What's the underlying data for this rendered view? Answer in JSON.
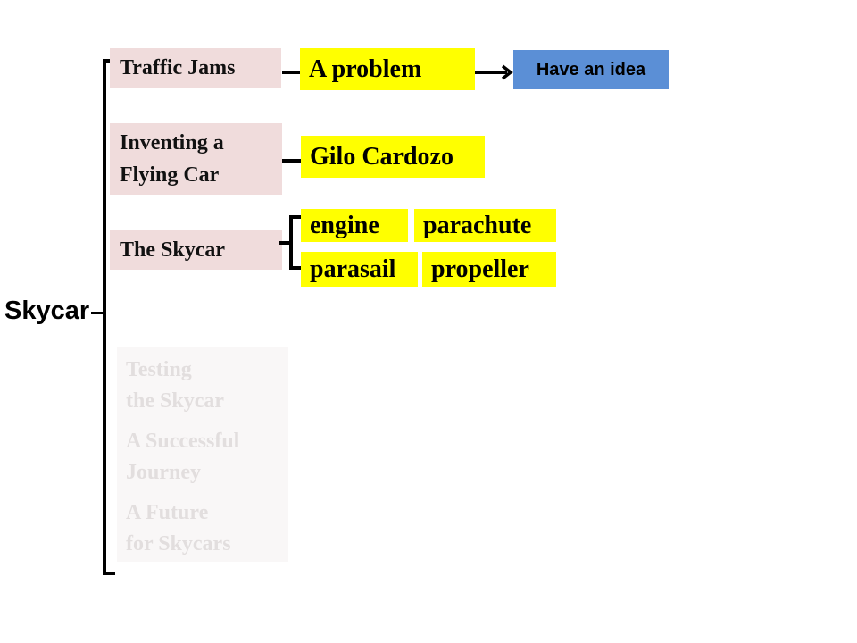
{
  "root": "Skycar",
  "branches": {
    "traffic": "Traffic Jams",
    "inventing": [
      "Inventing a",
      "Flying Car"
    ],
    "skycar": "The Skycar"
  },
  "details": {
    "problem": "A problem",
    "idea": "Have an idea",
    "inventor": "Gilo Cardozo",
    "parts": [
      "engine",
      "parachute",
      "parasail",
      "propeller"
    ]
  },
  "faded": [
    [
      "Testing",
      "the Skycar"
    ],
    [
      "A Successful",
      "Journey"
    ],
    [
      "A Future",
      "for Skycars"
    ]
  ],
  "colors": {
    "branch": "#f0dcdc",
    "detail": "#ffff00",
    "idea": "#5b8fd6"
  }
}
